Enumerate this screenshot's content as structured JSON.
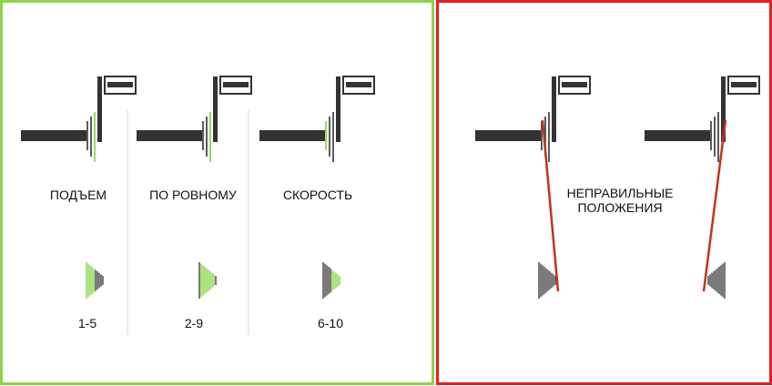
{
  "colors": {
    "correct_frame": "#8fd24b",
    "wrong_frame": "#e31e24",
    "shifter_dark": "#333333",
    "highlight_green": "#7fd23c",
    "wrong_line": "#c0351b",
    "divider": "#d9d9d9"
  },
  "correct_panel": {
    "positions": [
      {
        "label": "ПОДЪЕМ",
        "range": "1-5"
      },
      {
        "label": "ПО РОВНОМУ",
        "range": "2-9"
      },
      {
        "label": "СКОРОСТЬ",
        "range": "6-10"
      }
    ]
  },
  "wrong_panel": {
    "label_line1": "НЕПРАВИЛЬНЫЕ",
    "label_line2": "ПОЛОЖЕНИЯ"
  }
}
